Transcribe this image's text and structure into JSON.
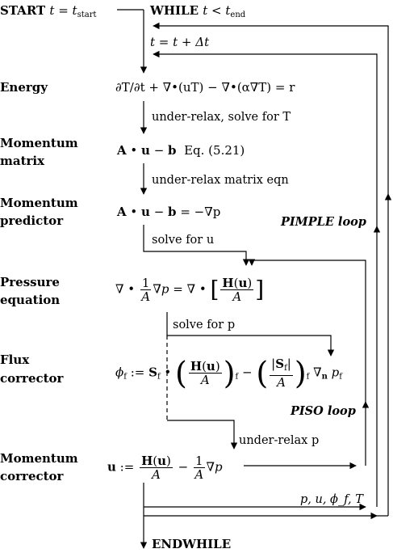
{
  "labels": {
    "start_kw": "START",
    "start_eq": "t = t",
    "start_sub": "start",
    "while_kw": "WHILE",
    "while_eq": "t < t",
    "while_sub": "end",
    "time_update": "t = t + Δt",
    "energy": "Energy",
    "momentum_matrix_1": "Momentum",
    "momentum_matrix_2": "matrix",
    "momentum_predictor_1": "Momentum",
    "momentum_predictor_2": "predictor",
    "pressure_eq_1": "Pressure",
    "pressure_eq_2": "equation",
    "flux_1": "Flux",
    "flux_2": "corrector",
    "momentum_corrector_1": "Momentum",
    "momentum_corrector_2": "corrector",
    "endwhile": "ENDWHILE"
  },
  "equations": {
    "energy": "∂T/∂t + ∇•(uT) − ∇•(α∇T) = r",
    "matrix_ref": "Eq. (5.21)",
    "predictor_rhs": "= −∇p"
  },
  "notes": {
    "solve_T": "under-relax, solve for T",
    "relax_matrix": "under-relax matrix eqn",
    "solve_u": "solve for u",
    "solve_p": "solve for p",
    "relax_p": "under-relax p",
    "outputs": "p, u, ϕ_f, T"
  },
  "loops": {
    "pimple": "PIMPLE loop",
    "piso": "PISO loop"
  }
}
